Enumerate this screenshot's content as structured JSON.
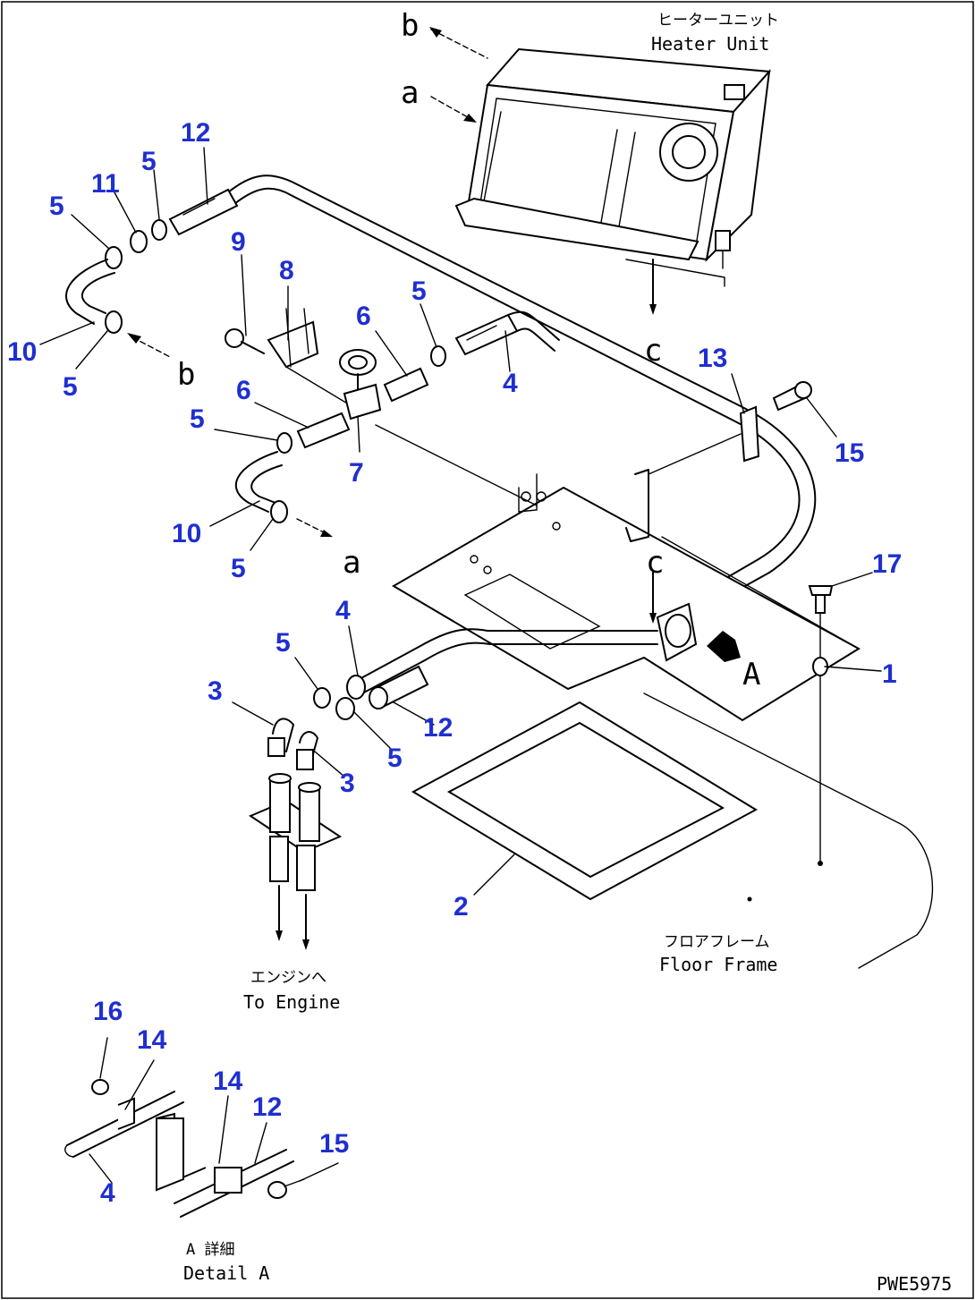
{
  "labels": {
    "heater_jp": "ヒーターユニット",
    "heater_en": "Heater Unit",
    "engine_jp": "エンジンへ",
    "engine_en": "To Engine",
    "floor_jp": "フロアフレーム",
    "floor_en": "Floor Frame",
    "detail_jp": "A 詳細",
    "detail_en": "Detail A",
    "drawing_code": "PWE5975"
  },
  "letters": {
    "b_top": "b",
    "a_top": "a",
    "c_top": "c",
    "b_left": "b",
    "a_left": "a",
    "c_mid": "c",
    "A": "A"
  },
  "callouts": {
    "n12_top": "12",
    "n5_top": "5",
    "n11": "11",
    "n5_left": "5",
    "n9": "9",
    "n8": "8",
    "n10_top": "10",
    "n5_lower": "5",
    "n6_top": "6",
    "n5_mid": "5",
    "n4_top": "4",
    "n6_left": "6",
    "n5_left2": "5",
    "n7": "7",
    "n13": "13",
    "n15": "15",
    "n10_bottom": "10",
    "n5_a": "5",
    "n17": "17",
    "n4_mid": "4",
    "n5_hose": "5",
    "n1": "1",
    "n3_left": "3",
    "n12_mid": "12",
    "n5_hose2": "5",
    "n3_right": "3",
    "n2": "2",
    "n16": "16",
    "n14_a": "14",
    "n14_b": "14",
    "n12_det": "12",
    "n15_det": "15",
    "n4_det": "4"
  },
  "colors": {
    "callout": "#1f2fd0",
    "line": "#000000"
  }
}
